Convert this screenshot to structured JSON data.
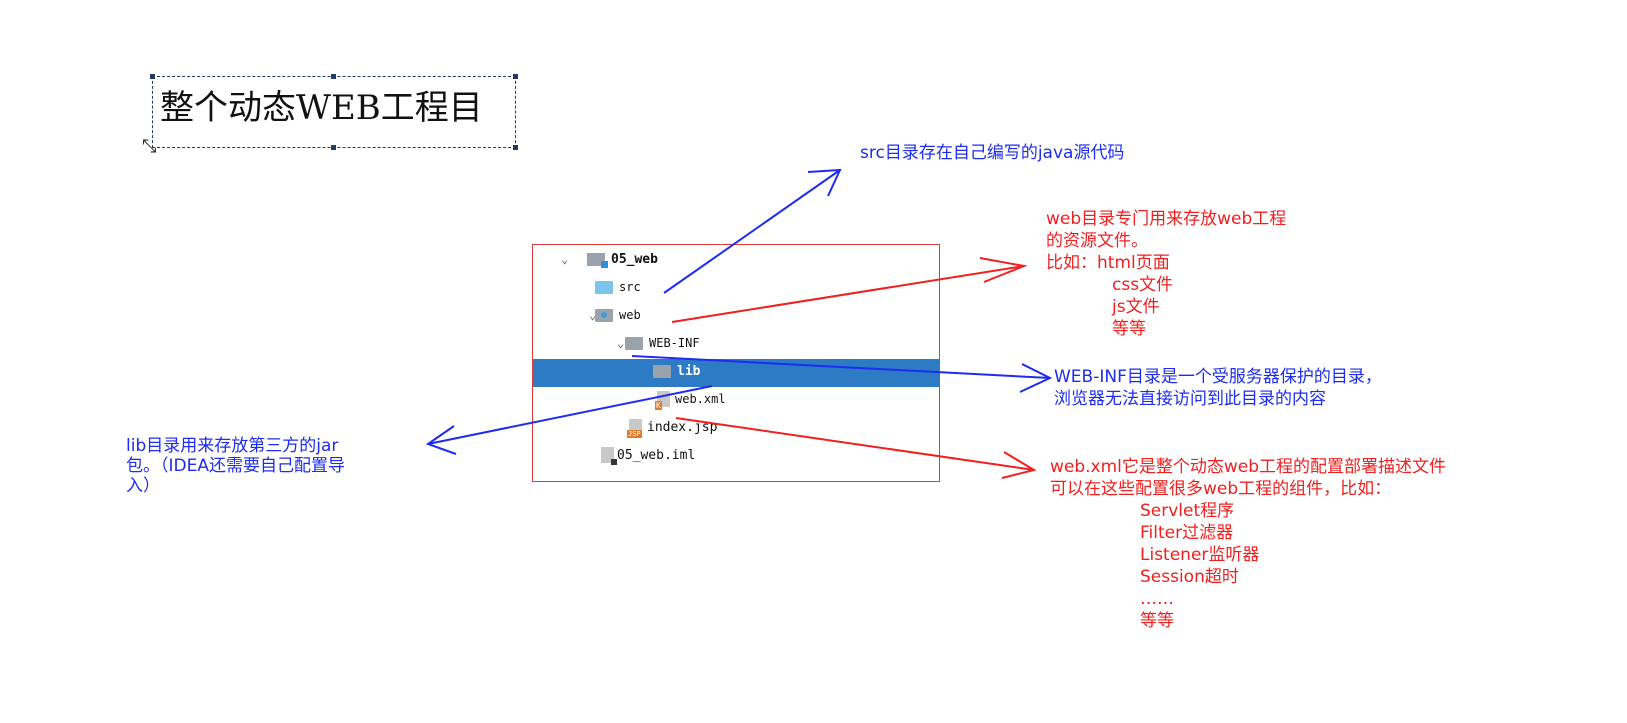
{
  "title": "整个动态WEB工程目",
  "tree": {
    "root": "05_web",
    "src": "src",
    "web": "web",
    "webinf": "WEB-INF",
    "lib": "lib",
    "webxml": "web.xml",
    "indexjsp": "index.jsp",
    "iml": "05_web.iml"
  },
  "annotations": {
    "src": "src目录存在自己编写的java源代码",
    "web": [
      "web目录专门用来存放web工程",
      "的资源文件。",
      "比如：html页面",
      "css文件",
      "js文件",
      "等等"
    ],
    "webinf": [
      "WEB-INF目录是一个受服务器保护的目录，",
      "浏览器无法直接访问到此目录的内容"
    ],
    "webxml": [
      "web.xml它是整个动态web工程的配置部署描述文件",
      "可以在这些配置很多web工程的组件，比如：",
      "Servlet程序",
      "Filter过滤器",
      "Listener监听器",
      "Session超时",
      "……",
      "等等"
    ],
    "lib": [
      "lib目录用来存放第三方的jar",
      "包。（IDEA还需要自己配置导",
      "入）"
    ]
  },
  "colors": {
    "blue": "#1d2cf0",
    "red": "#f02020",
    "selected": "#2d7bc5",
    "frame": "#e23a3a"
  }
}
